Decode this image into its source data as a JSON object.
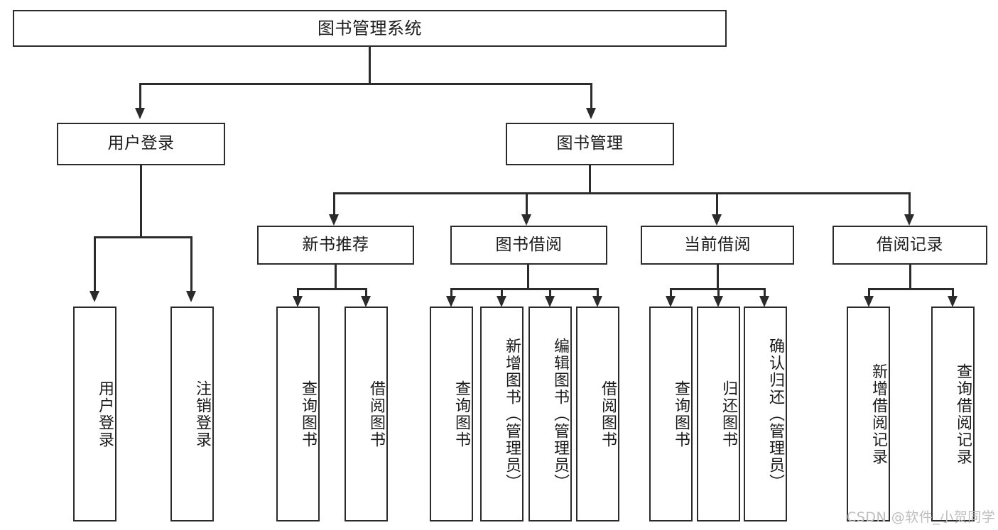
{
  "diagram": {
    "title": "图书管理系统",
    "type": "hierarchy-tree",
    "watermark": "CSDN @软件_小贺同学",
    "colors": {
      "stroke": "#2b2b2b",
      "fill": "#ffffff",
      "text": "#1b1b1b",
      "watermark": "#bdbdbd"
    },
    "root": {
      "label": "图书管理系统"
    },
    "level2": [
      {
        "label": "用户登录"
      },
      {
        "label": "图书管理"
      }
    ],
    "level3": [
      {
        "label": "新书推荐"
      },
      {
        "label": "图书借阅"
      },
      {
        "label": "当前借阅"
      },
      {
        "label": "借阅记录"
      }
    ],
    "leaves": {
      "user_login": [
        {
          "label": "用户登录"
        },
        {
          "label": "注销登录"
        }
      ],
      "new_book_recommend": [
        {
          "label": "查询图书"
        },
        {
          "label": "借阅图书"
        }
      ],
      "book_borrow": [
        {
          "label": "查询图书"
        },
        {
          "label": "新增图书（管理员）"
        },
        {
          "label": "编辑图书（管理员）"
        },
        {
          "label": "借阅图书"
        }
      ],
      "current_borrow": [
        {
          "label": "查询图书"
        },
        {
          "label": "归还图书"
        },
        {
          "label": "确认归还（管理员）"
        }
      ],
      "borrow_record": [
        {
          "label": "新增借阅记录"
        },
        {
          "label": "查询借阅记录"
        }
      ]
    }
  }
}
